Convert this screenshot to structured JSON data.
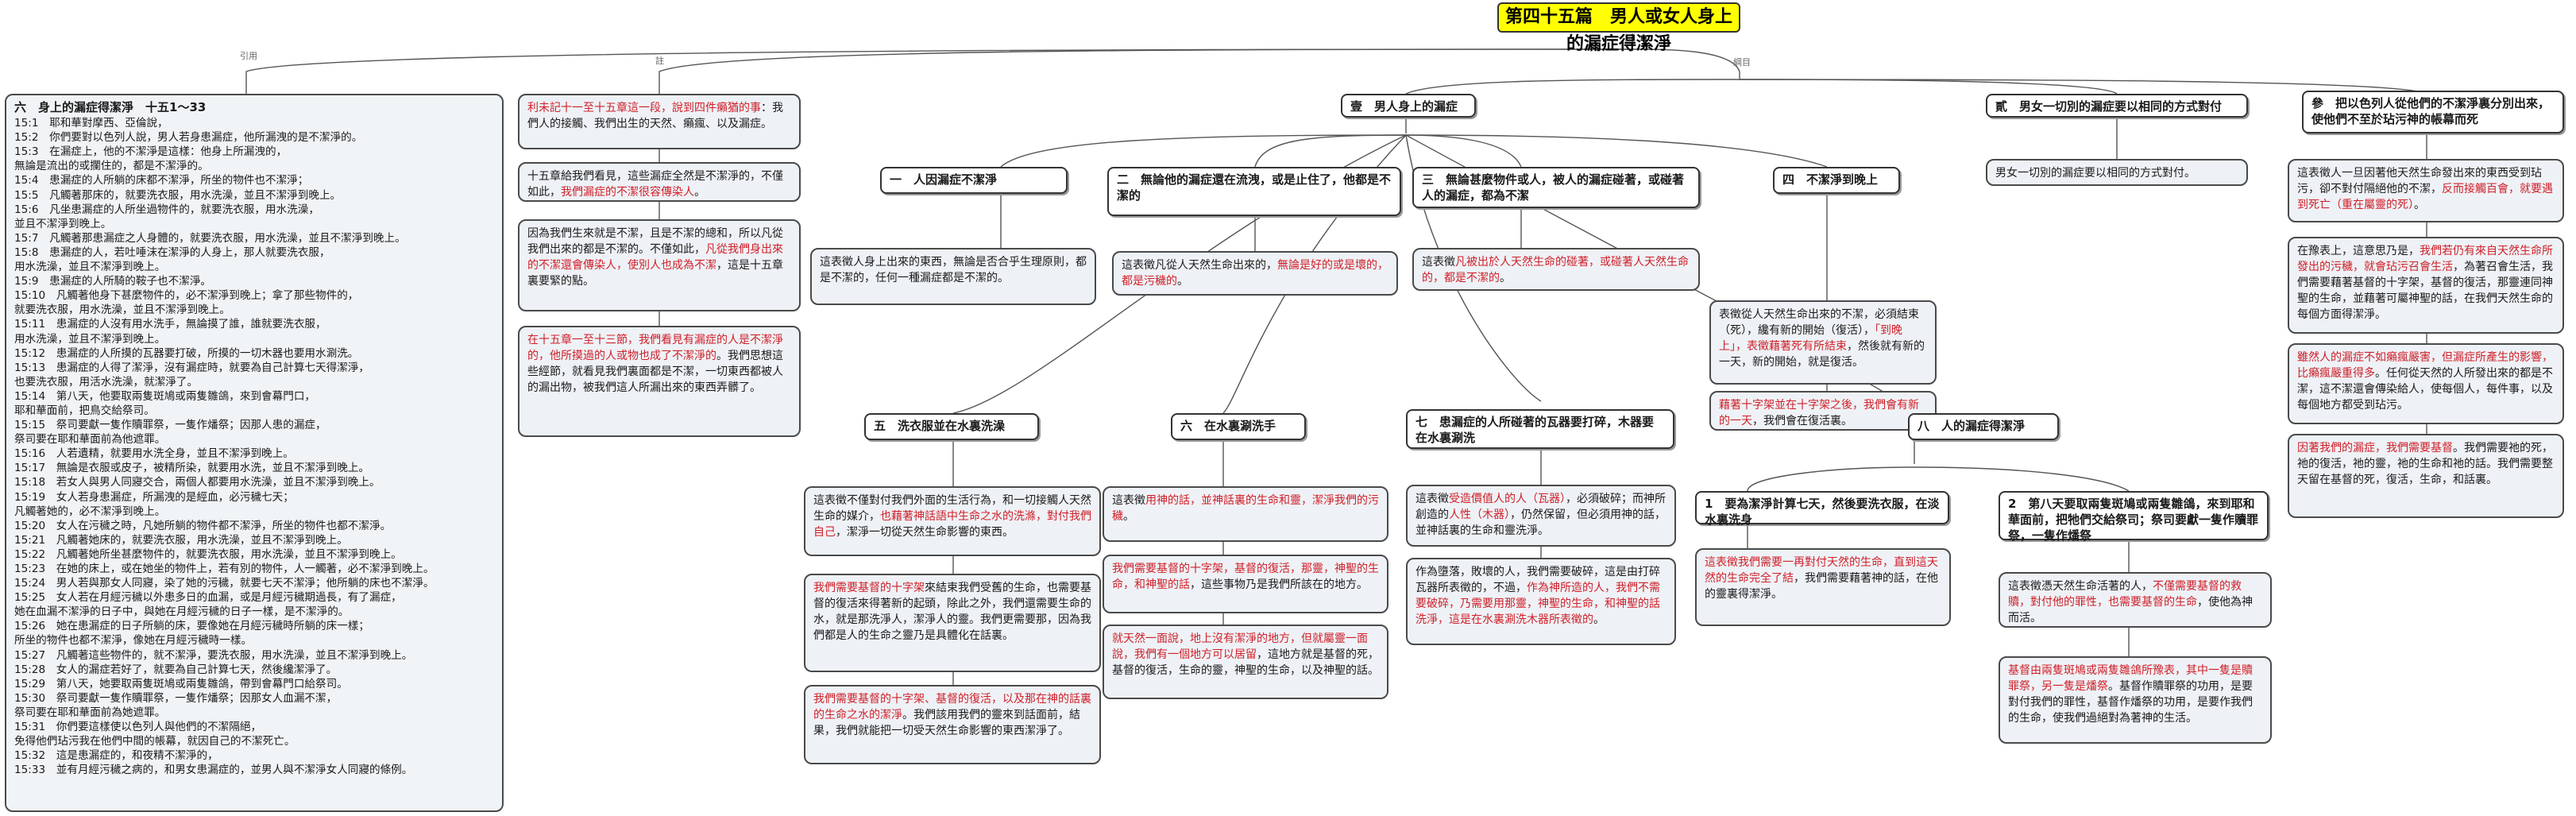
{
  "title": "第四十五篇　男人或女人身上的漏症得潔淨",
  "edge_labels": {
    "left": "引用",
    "mid": "註",
    "right": "綱目"
  },
  "scripture": {
    "heading": "六　身上的漏症得潔淨　十五1～33",
    "lines": [
      "15:1　耶和華對摩西、亞倫說，",
      "15:2　你們要對以色列人說，男人若身患漏症，他所漏洩的是不潔淨的。",
      "15:3　在漏症上，他的不潔淨是這樣：他身上所漏洩的，",
      "無論是流出的或攔住的，都是不潔淨的。",
      "15:4　患漏症的人所躺的床都不潔淨，所坐的物件也不潔淨；",
      "15:5　凡觸著那床的，就要洗衣服，用水洗澡，並且不潔淨到晚上。",
      "15:6　凡坐患漏症的人所坐過物件的，就要洗衣服，用水洗澡，",
      "並且不潔淨到晚上。",
      "15:7　凡觸著那患漏症之人身體的，就要洗衣服，用水洗澡，並且不潔淨到晚上。",
      "15:8　患漏症的人，若吐唾沫在潔淨的人身上，那人就要洗衣服，",
      "用水洗澡，並且不潔淨到晚上。",
      "15:9　患漏症的人所騎的鞍子也不潔淨。",
      "15:10　凡觸著他身下甚麼物件的，必不潔淨到晚上；拿了那些物件的，",
      "就要洗衣服，用水洗澡，並且不潔淨到晚上。",
      "15:11　患漏症的人沒有用水洗手，無論摸了誰，誰就要洗衣服，",
      "用水洗澡，並且不潔淨到晚上。",
      "15:12　患漏症的人所摸的瓦器要打破，所摸的一切木器也要用水涮洗。",
      "15:13　患漏症的人得了潔淨，沒有漏症時，就要為自己計算七天得潔淨，",
      "也要洗衣服，用活水洗澡，就潔淨了。",
      "15:14　第八天，他要取兩隻斑鳩或兩隻雛鴿，來到會幕門口，",
      "耶和華面前，把鳥交給祭司。",
      "15:15　祭司要獻一隻作贖罪祭，一隻作燔祭；因那人患的漏症，",
      "祭司要在耶和華面前為他遮罪。",
      "15:16　人若遺精，就要用水洗全身，並且不潔淨到晚上。",
      "15:17　無論是衣服或皮子，被精所染，就要用水洗，並且不潔淨到晚上。",
      "15:18　若女人與男人同寢交合，兩個人都要用水洗澡，並且不潔淨到晚上。",
      "15:19　女人若身患漏症，所漏洩的是經血，必污穢七天；",
      "凡觸著她的，必不潔淨到晚上。",
      "15:20　女人在污穢之時，凡她所躺的物件都不潔淨，所坐的物件也都不潔淨。",
      "15:21　凡觸著她床的，就要洗衣服，用水洗澡，並且不潔淨到晚上。",
      "15:22　凡觸著她所坐甚麼物件的，就要洗衣服，用水洗澡，並且不潔淨到晚上。",
      "15:23　在她的床上，或在她坐的物件上，若有別的物件，人一觸著，必不潔淨到晚上。",
      "15:24　男人若與那女人同寢，染了她的污穢，就要七天不潔淨；他所躺的床也不潔淨。",
      "15:25　女人若在月經污穢以外患多日的血漏，或是月經污穢期過長，有了漏症，",
      "她在血漏不潔淨的日子中，與她在月經污穢的日子一樣，是不潔淨的。",
      "15:26　她在患漏症的日子所躺的床，要像她在月經污穢時所躺的床一樣；",
      "所坐的物件也都不潔淨，像她在月經污穢時一樣。",
      "15:27　凡觸著這些物件的，就不潔淨，要洗衣服，用水洗澡，並且不潔淨到晚上。",
      "15:28　女人的漏症若好了，就要為自己計算七天，然後纔潔淨了。",
      "15:29　第八天，她要取兩隻斑鳩或兩隻雛鴿，帶到會幕門口給祭司。",
      "15:30　祭司要獻一隻作贖罪祭，一隻作燔祭；因那女人血漏不潔，",
      "祭司要在耶和華面前為她遮罪。",
      "15:31　你們要這樣使以色列人與他們的不潔隔絕，",
      "免得他們玷污我在他們中間的帳幕，就因自己的不潔死亡。",
      "15:32　這是患漏症的，和夜精不潔淨的，",
      "15:33　並有月經污穢之病的，和男女患漏症的，並男人與不潔淨女人同寢的條例。"
    ]
  },
  "notes": {
    "n1": [
      {
        "t": "利未記十一至十五章這一段，說到四件癩猶的事",
        "r": true
      },
      {
        "t": "：我們人的接觸、我們出生的天然、癩瘋、以及漏症。",
        "r": false
      }
    ],
    "n2": [
      {
        "t": "十五章給我們看見，這些漏症全然是不潔淨的，不僅如此，",
        "r": false
      },
      {
        "t": "我們漏症的不潔很容傳染人",
        "r": true
      },
      {
        "t": "。",
        "r": false
      }
    ],
    "n3": [
      {
        "t": "因為我們生來就是不潔，且是不潔的總和，所以凡從我們出來的都是不潔的。不僅如此，",
        "r": false
      },
      {
        "t": "凡從我們身出來的不潔還會傳染人，使別人也成為不潔",
        "r": true
      },
      {
        "t": "，這是十五章裏要緊的點。",
        "r": false
      }
    ],
    "n4": [
      {
        "t": "在十五章一至十三節，我們看見有漏症的人是不潔淨的，他所摸過的人或物也成了不潔淨的",
        "r": true
      },
      {
        "t": "。我們思想這些經節，就看見我們裏面都是不潔，一切東西都被人的漏出物，被我們這人所漏出來的東西弄髒了。",
        "r": false
      }
    ]
  },
  "outline": {
    "main1": {
      "label": "壹　男人身上的漏症"
    },
    "main2": {
      "label": "貳　男女一切別的漏症要以相同的方式對付"
    },
    "main3": {
      "label": "參　把以色列人從他們的不潔淨裏分別出來，使他們不至於玷污神的帳幕而死"
    },
    "sub1": "一　人因漏症不潔淨",
    "sub2": "二　無論他的漏症還在流洩，或是止住了，他都是不潔的",
    "sub3": "三　無論甚麼物件或人，被人的漏症碰著，或碰著人的漏症，都為不潔",
    "sub4": "四　不潔淨到晚上",
    "sub5": "五　洗衣服並在水裏洗澡",
    "sub6": "六　在水裏涮洗手",
    "sub7": "七　患漏症的人所碰著的瓦器要打碎，木器要在水裏涮洗",
    "sub8": "八　人的漏症得潔淨",
    "sub8a": "1　要為潔淨計算七天，然後要洗衣服，在淡水裏洗身",
    "sub8b": "2　第八天要取兩隻斑鳩或兩隻雛鴿，來到耶和華面前，把牠們交給祭司；祭司要獻一隻作贖罪祭，一隻作燔祭"
  },
  "leaves": {
    "l_sub1": [
      {
        "t": "這表徵人身上出來的東西，無論是否合乎生理原則，都是不潔的，任何一種漏症都是不潔的。",
        "r": false
      }
    ],
    "l_sub2": [
      {
        "t": "這表徵凡從人天然生命出來的，",
        "r": false
      },
      {
        "t": "無論是好的或是壞的，都是污穢的",
        "r": true
      },
      {
        "t": "。",
        "r": false
      }
    ],
    "l_sub3": [
      {
        "t": "這表徵",
        "r": false
      },
      {
        "t": "凡被出於人天然生命的碰著，或碰著人天然生命的，都是不潔的",
        "r": true
      },
      {
        "t": "。",
        "r": false
      }
    ],
    "l_sub4a": [
      {
        "t": "表徵從人天然生命出來的不潔，必須結束（死），纔有新的開始（復活），",
        "r": false
      },
      {
        "t": "「到晚上」，表徵藉著死有所結束",
        "r": true
      },
      {
        "t": "，然後就有新的一天，新的開始，就是復活。",
        "r": false
      }
    ],
    "l_sub4b": [
      {
        "t": "藉著十字架並在十字架之後，我們會有新的一天",
        "r": true
      },
      {
        "t": "，我們會在復活裏。",
        "r": false
      }
    ],
    "l_sub5a": [
      {
        "t": "這表徵不僅對付我們外面的生活行為，和一切接觸人天然生命的媒介，",
        "r": false
      },
      {
        "t": "也藉著神話語中生命之水的洗滌，對付我們自己",
        "r": true
      },
      {
        "t": "，潔淨一切從天然生命影響的東西。",
        "r": false
      }
    ],
    "l_sub5b": [
      {
        "t": "我們需要基督的十字架",
        "r": true
      },
      {
        "t": "來結束我們受舊的生命，也需要基督的復活來得著新的起頭，除此之外，我們還需要生命的水，就是那洗淨人，潔淨人的靈。我們更需要那，因為我們都是人的生命之靈乃是具體化在話裏。",
        "r": false
      }
    ],
    "l_sub5c": [
      {
        "t": "我們需要基督的十字架、基督的復活，以及那在神的話裏的生命之水的潔淨",
        "r": true
      },
      {
        "t": "。我們該用我們的靈來到話面前，結果，我們就能把一切受天然生命影響的東西潔淨了。",
        "r": false
      }
    ],
    "l_sub6a": [
      {
        "t": "這表徵",
        "r": false
      },
      {
        "t": "用神的話，並神話裏的生命和靈，潔淨我們的污穢",
        "r": true
      },
      {
        "t": "。",
        "r": false
      }
    ],
    "l_sub6b": [
      {
        "t": "我們需要基督的十字架，基督的復活，那靈，神聖的生命，和神聖的話",
        "r": true
      },
      {
        "t": "，這些事物乃是我們所該在的地方。",
        "r": false
      }
    ],
    "l_sub6c": [
      {
        "t": "就天然一面說，地上沒有潔淨的地方，但就屬靈一面說，我們有一個地方可以居留",
        "r": true
      },
      {
        "t": "，這地方就是基督的死，基督的復活，生命的靈，神聖的生命，以及神聖的話。",
        "r": false
      }
    ],
    "l_sub7a": [
      {
        "t": "這表徵",
        "r": false
      },
      {
        "t": "受造價值人的人（瓦器）",
        "r": true
      },
      {
        "t": "，必須破碎；而神所創造的",
        "r": false
      },
      {
        "t": "人性（木器）",
        "r": true
      },
      {
        "t": "，仍然保留，但必須用神的話，並神話裏的生命和靈洗淨",
        "r": false
      },
      {
        "t": "。",
        "r": false
      }
    ],
    "l_sub7b": [
      {
        "t": "作為墮落，敗壞的人，我們需要破碎，這是由打碎瓦器所表徵的，不過，",
        "r": false
      },
      {
        "t": "作為神所造的人，我們不需要破碎，乃需要用那靈，神聖的生命，和神聖的話洗淨，這是在水裏涮洗木器所表徵的",
        "r": true
      },
      {
        "t": "。",
        "r": false
      }
    ],
    "l_sub8a": [
      {
        "t": "這表徵我們需要一再對付天然的生命，直到這天然的生命完全了結",
        "r": true
      },
      {
        "t": "，我們需要藉著神的話，在他的靈裏得潔淨。",
        "r": false
      }
    ],
    "l_sub8b1": [
      {
        "t": "這表徵憑天然生命活著的人，",
        "r": false
      },
      {
        "t": "不僅需要基督的救贖，對付他的罪性，也需要基督的生命",
        "r": true
      },
      {
        "t": "，使他為神而活。",
        "r": false
      }
    ],
    "l_sub8b2": [
      {
        "t": "基督由兩隻斑鳩或兩隻雛鴿所豫表，其中一隻是贖罪祭，另一隻是燔祭",
        "r": true
      },
      {
        "t": "。基督作贖罪祭的功用，是要對付我們的罪性，基督作燔祭的功用，是要作我們的生命，使我們過絕對為著神的生活。",
        "r": false
      }
    ],
    "l_main2": [
      {
        "t": "男女一切別的漏症要以相同的方式對付。",
        "r": false
      }
    ],
    "l_main3a": [
      {
        "t": "這表徵人一旦因著他天然生命發出來的東西受到玷污，卻不對付隔絕他的不潔，",
        "r": false
      },
      {
        "t": "反而接觸百會，就要遇到死亡（重在屬靈的死）",
        "r": true
      },
      {
        "t": "。",
        "r": false
      }
    ],
    "l_main3b": [
      {
        "t": "在豫表上，這意思乃是，",
        "r": false
      },
      {
        "t": "我們若仍有來自天然生命所發出的污穢，就會玷污召會生活",
        "r": true
      },
      {
        "t": "，為著召會生活，我們需要藉著基督的十字架，基督的復活，那靈連同神聖的生命，並藉著可屬神聖的話，在我們天然生命的每個方面得潔淨。",
        "r": false
      }
    ],
    "l_main3c": [
      {
        "t": "雖然人的漏症不如癩瘋嚴害，但漏症所產生的影響，比癩瘋嚴重得多",
        "r": true
      },
      {
        "t": "。任何從天然的人所發出來的都是不潔，這不潔還會傳染給人，使每個人，每件事，以及每個地方都受到玷污。",
        "r": false
      }
    ],
    "l_main3d": [
      {
        "t": "因著我們的漏症，我們需要基督",
        "r": true
      },
      {
        "t": "。我們需要祂的死，祂的復活，祂的靈，祂的生命和祂的話。我們需要整天留在基督的死，復活，生命，和話裏。",
        "r": false
      }
    ]
  }
}
